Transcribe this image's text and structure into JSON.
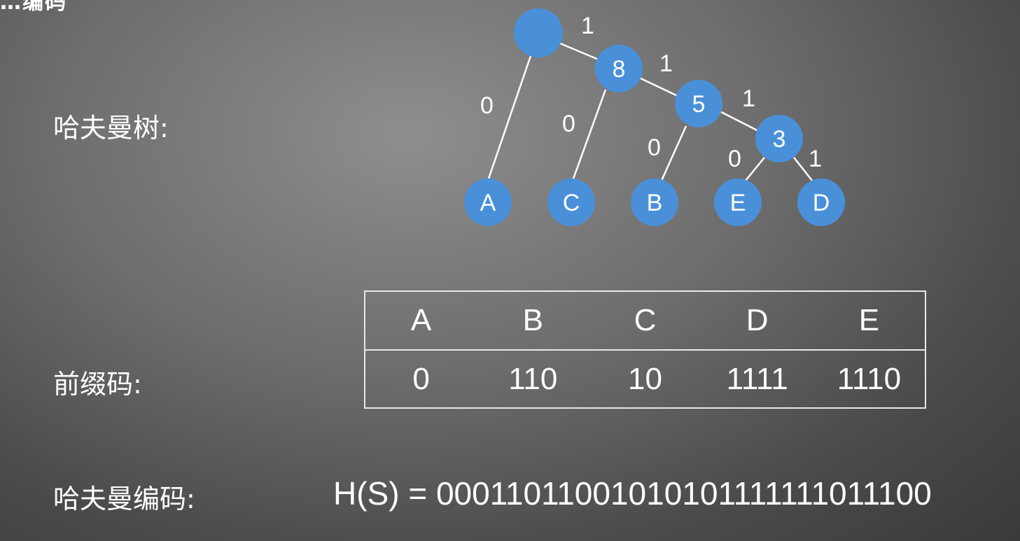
{
  "title_fragment": "…编码",
  "labels": {
    "tree": "哈夫曼树:",
    "prefix_code": "前缀码:",
    "encoding": "哈夫曼编码:"
  },
  "tree": {
    "root": {
      "label": ""
    },
    "internal_nodes": [
      "8",
      "5",
      "3"
    ],
    "leaves": [
      "A",
      "C",
      "B",
      "E",
      "D"
    ],
    "edges": [
      {
        "from": "root",
        "to": "A",
        "bit": "0"
      },
      {
        "from": "root",
        "to": "8",
        "bit": "1"
      },
      {
        "from": "8",
        "to": "C",
        "bit": "0"
      },
      {
        "from": "8",
        "to": "5",
        "bit": "1"
      },
      {
        "from": "5",
        "to": "B",
        "bit": "0"
      },
      {
        "from": "5",
        "to": "3",
        "bit": "1"
      },
      {
        "from": "3",
        "to": "E",
        "bit": "0"
      },
      {
        "from": "3",
        "to": "D",
        "bit": "1"
      }
    ]
  },
  "prefix_table": {
    "symbols": [
      "A",
      "B",
      "C",
      "D",
      "E"
    ],
    "codes": [
      "0",
      "110",
      "10",
      "1111",
      "1110"
    ]
  },
  "encoding": {
    "text": "H(S) = 00011011001010101111111011100"
  },
  "colors": {
    "node_fill": "#4a90d9",
    "edge": "#ffffff",
    "text": "#ffffff"
  }
}
